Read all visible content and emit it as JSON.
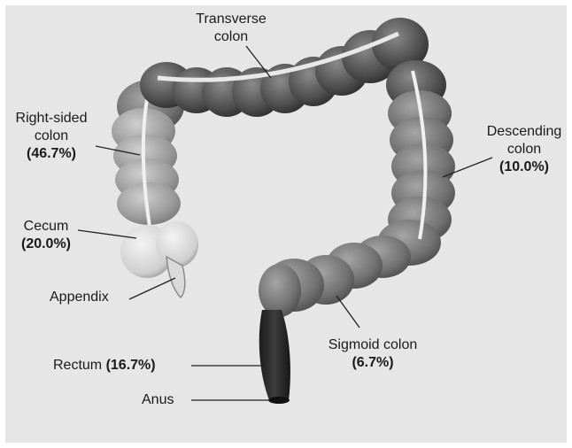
{
  "labels": {
    "transverse": {
      "line1": "Transverse",
      "line2": "colon"
    },
    "right_sided": {
      "line1": "Right-sided",
      "line2": "colon",
      "pct": "(46.7%)"
    },
    "descending": {
      "line1": "Descending",
      "line2": "colon",
      "pct": "(10.0%)"
    },
    "cecum": {
      "name": "Cecum",
      "pct": "(20.0%)"
    },
    "appendix": {
      "name": "Appendix"
    },
    "sigmoid": {
      "name": "Sigmoid colon",
      "pct": "(6.7%)"
    },
    "rectum": {
      "name": "Rectum",
      "pct": "(16.7%)"
    },
    "anus": {
      "name": "Anus"
    }
  },
  "colors": {
    "background": "#ffffff",
    "panel": "#e6e6e6",
    "colon_dark": "#4a4a4a",
    "colon_mid": "#777777",
    "colon_light": "#b0b0b0",
    "cecum_light": "#d8d8d8",
    "rectum": "#262626",
    "leader_line": "#222222"
  }
}
